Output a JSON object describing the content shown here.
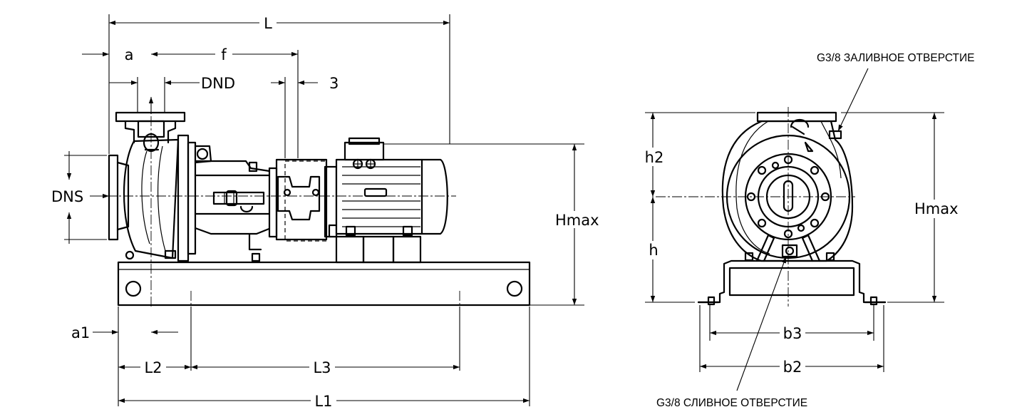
{
  "dimensions": {
    "L": "L",
    "a": "a",
    "f": "f",
    "DND": "DND",
    "three": "3",
    "DNS": "DNS",
    "Hmax_side": "Hmax",
    "a1": "a1",
    "L2": "L2",
    "L3": "L3",
    "L1": "L1",
    "h2": "h2",
    "h": "h",
    "Hmax_front": "Hmax",
    "b3": "b3",
    "b2": "b2"
  },
  "notes": {
    "fill_port": "G3/8 ЗАЛИВНОЕ ОТВЕРСТИЕ",
    "drain_port": "G3/8 СЛИВНОЕ ОТВЕРСТИЕ"
  }
}
